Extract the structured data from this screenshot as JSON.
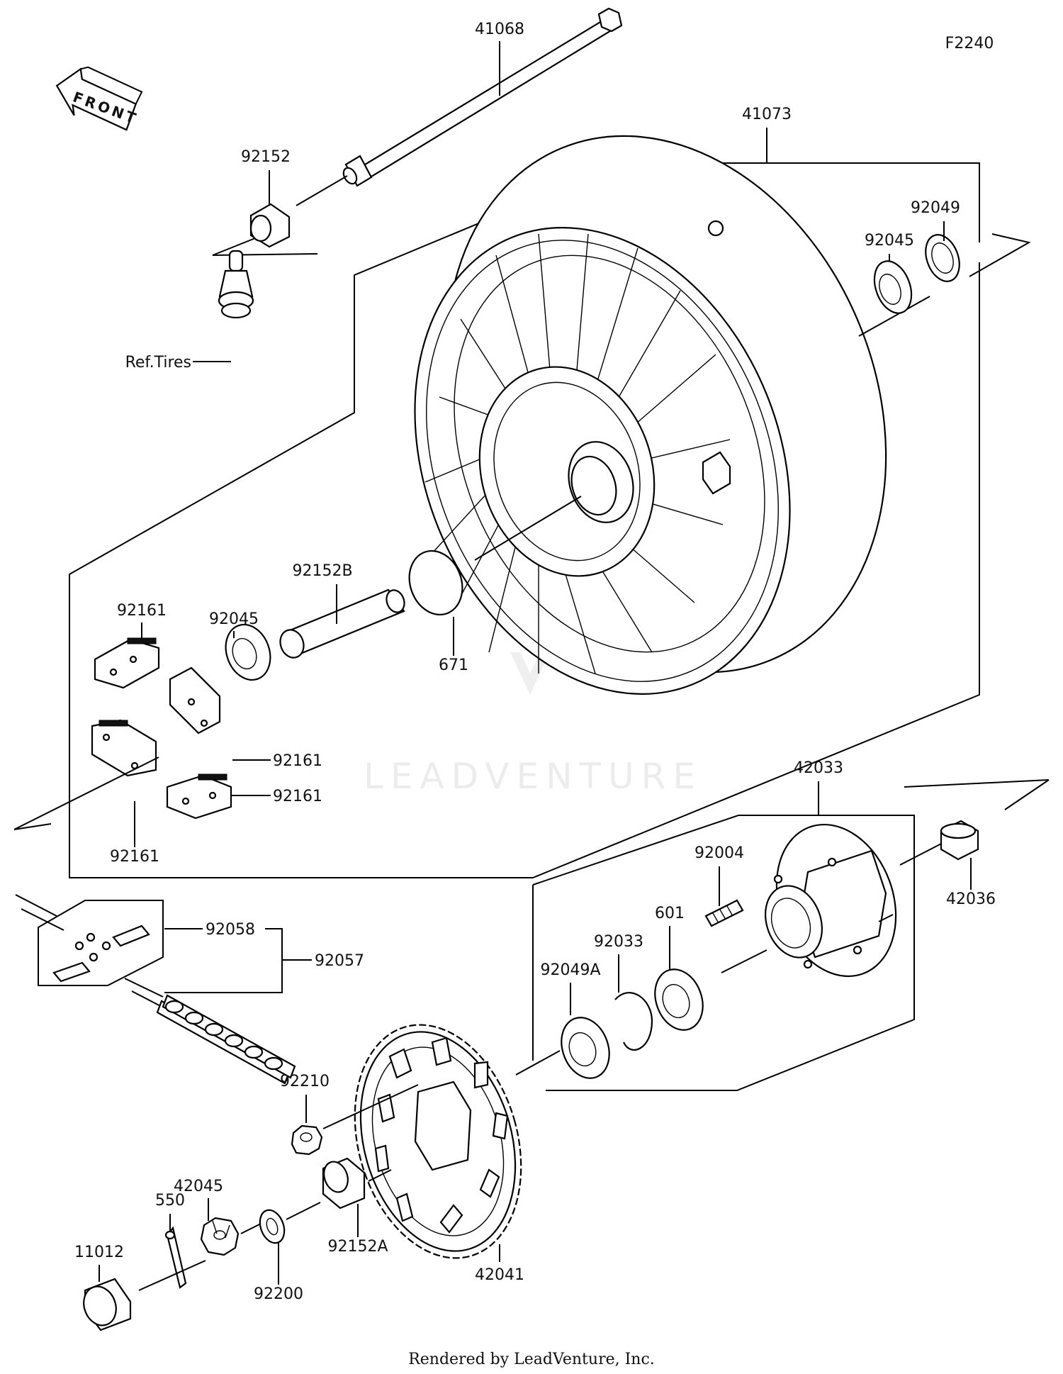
{
  "figure_id": "F2240",
  "front_label": "FRONT",
  "watermark": "LEADVENTURE",
  "footer": "Rendered by LeadVenture, Inc.",
  "parts": {
    "p41068": "41068",
    "p41073": "41073",
    "p92152": "92152",
    "p92049": "92049",
    "p92045_top": "92045",
    "ref_tires": "Ref.Tires",
    "p92152B": "92152B",
    "p92161_a": "92161",
    "p92045_mid": "92045",
    "p671": "671",
    "p92161_b": "92161",
    "p92161_c": "92161",
    "p92161_d": "92161",
    "p42033": "42033",
    "p92004": "92004",
    "p42036": "42036",
    "p601": "601",
    "p92033": "92033",
    "p92049A": "92049A",
    "p92058": "92058",
    "p92057": "92057",
    "p92210": "92210",
    "p42045": "42045",
    "p550": "550",
    "p11012": "11012",
    "p92200": "92200",
    "p92152A": "92152A",
    "p42041": "42041"
  }
}
